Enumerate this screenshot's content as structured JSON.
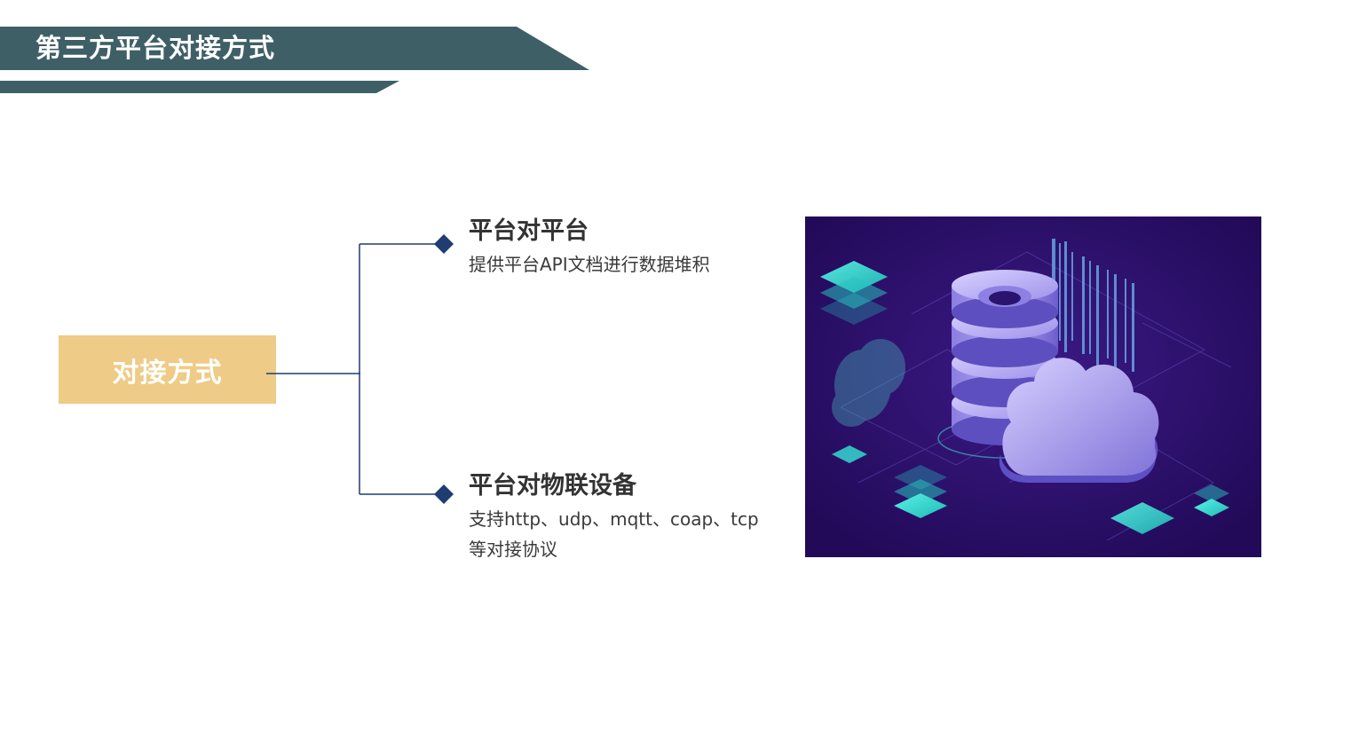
{
  "header": {
    "title": "第三方平台对接方式"
  },
  "center": {
    "label": "对接方式"
  },
  "branches": [
    {
      "title": "平台对平台",
      "description": "提供平台API文档进行数据堆积"
    },
    {
      "title": "平台对物联设备",
      "description": "支持http、udp、mqtt、coap、tcp等对接协议"
    }
  ],
  "colors": {
    "banner": "#3f5f67",
    "center_box": "#eecb86",
    "connector": "#1f3c73",
    "illustration_bg": "#2a0f63"
  },
  "illustration": {
    "icons": [
      "database-server-icon",
      "cloud-icon",
      "data-code-panel-icon"
    ]
  }
}
